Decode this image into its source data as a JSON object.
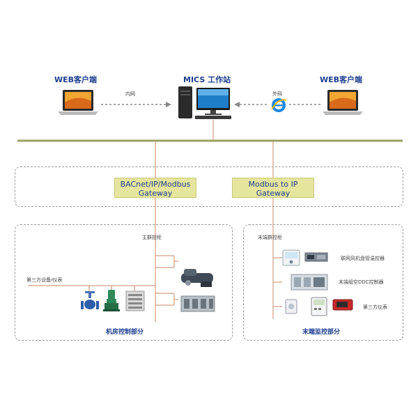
{
  "top": {
    "left_client": "WEB客户端",
    "right_client": "WEB客户端",
    "workstation": "MICS 工作站",
    "intranet": "内网",
    "internet": "外网"
  },
  "gateways": [
    {
      "line1": "BACnet/IP/Modbus",
      "line2": "Gateway"
    },
    {
      "line1": "Modbus to IP",
      "line2": "Gateway"
    }
  ],
  "machine_room": {
    "cabinet": "主群控柜",
    "third_party": "第三方设备/仪表",
    "title": "机房控制部分"
  },
  "terminal": {
    "cabinet": "末端群控柜",
    "items": [
      "联网风机盘管温控器",
      "末端组空DDC控制器",
      "第三方仪表"
    ],
    "title": "末端监控部分"
  },
  "colors": {
    "backbone": "#9aa164",
    "label_blue": "#1c3f8f",
    "gateway_fill": "#e5e59d",
    "line_orange": "#c98a6a"
  },
  "icons": [
    "laptop-icon",
    "desktop-computer-icon",
    "internet-explorer-icon",
    "valve-icon",
    "pump-icon",
    "cooling-tower-icon",
    "chiller-icon",
    "thermostat-icon",
    "air-handler-icon",
    "sensor-icon",
    "meter-icon"
  ]
}
